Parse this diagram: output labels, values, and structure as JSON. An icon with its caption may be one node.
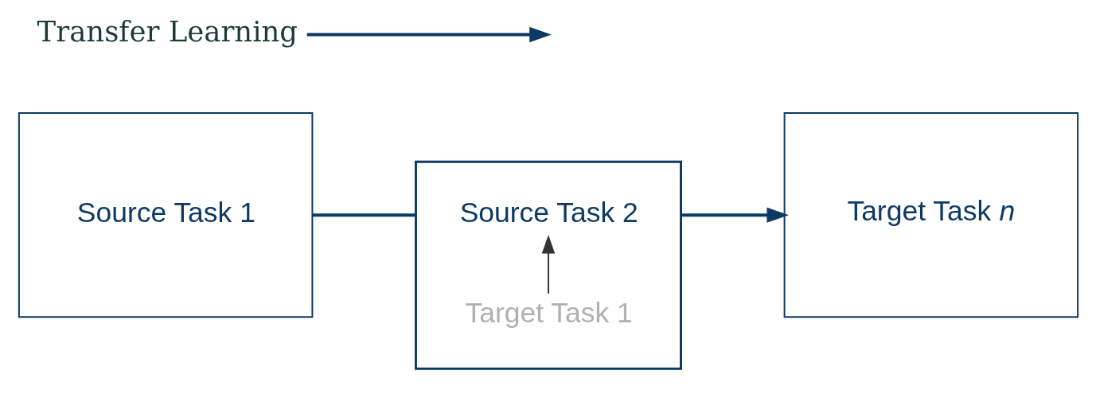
{
  "diagram": {
    "nodes": [
      {
        "text": [
          "Source Task 1"
        ]
      },
      {
        "text": [],
        "shape": "box"
      },
      {
        "text": [
          "Target Task 1"
        ],
        "in": 1
      },
      {
        "text": [
          "Source Task 2"
        ],
        "in": 1
      },
      {
        "text": [
          "Target Task *n*"
        ]
      },
      {
        "text": [
          "Transfer Learning"
        ]
      }
    ],
    "edges": [
      {
        "from": 0,
        "to": 3,
        "arrow": "none"
      },
      {
        "from": 3,
        "to": 4,
        "arrow": "to"
      },
      {
        "from": 2,
        "to": 3,
        "arrow": "to",
        "color": "#333333"
      },
      {
        "from": 5,
        "to": null,
        "arrow": "to"
      }
    ]
  }
}
